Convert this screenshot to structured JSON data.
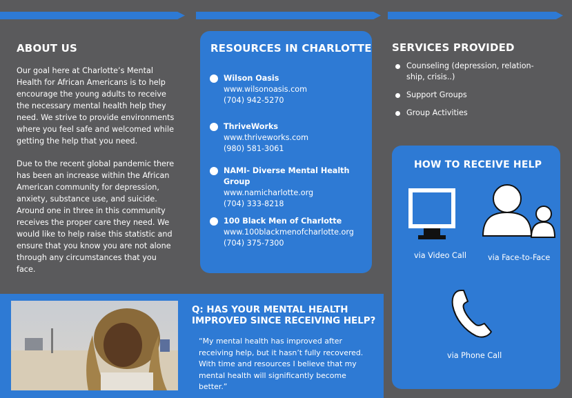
{
  "about": {
    "heading": "ABOUT US",
    "paragraph1": "Our goal here at Charlotte’s Mental Health for African Americans is to help encourage the young adults to receive the necessary mental health help they need.  We strive to provide  environments where you feel safe and welcomed while getting the help that you need.",
    "paragraph2": "Due to the recent global pandemic there has been an increase within the African American community for depression, anxiety, substance use, and suicide. Around one in three in this community receives the proper care they need. We would like to help raise this statistic and ensure that you know you are not alone through any circumstances that you face."
  },
  "resources": {
    "heading": "RESOURCES IN CHARLOTTE",
    "items": [
      {
        "name": "Wilson Oasis",
        "url": "www.wilsonoasis.com",
        "phone": "(704) 942-5270"
      },
      {
        "name": "ThriveWorks",
        "url": "www.thriveworks.com",
        "phone": "(980) 581-3061"
      },
      {
        "name": "NAMI- Diverse Mental Health Group",
        "url": "www.namicharlotte.org",
        "phone": "(704) 333-8218"
      },
      {
        "name": "100 Black Men of Charlotte",
        "url": "www.100blackmenofcharlotte.org",
        "phone": "(704) 375-7300"
      }
    ]
  },
  "services": {
    "heading": "SERVICES PROVIDED",
    "items": [
      "Counseling (depression, relation-ship, crisis..)",
      "Support Groups",
      "Group Activities"
    ]
  },
  "help": {
    "heading": "HOW TO RECEIVE HELP",
    "video": "via Video Call",
    "face": "via Face-to-Face",
    "phone": "via Phone Call"
  },
  "question": {
    "heading": "Q: HAS YOUR MENTAL HEALTH IMPROVED SINCE RECEIVING HELP?",
    "quote": "“My mental health has improved after receiving help, but it hasn’t fully recovered. With time and resources I believe that my mental health will significantly become better.”"
  },
  "colors": {
    "background": "#5a5a5c",
    "accent": "#2e7ad4",
    "text": "#ffffff"
  }
}
